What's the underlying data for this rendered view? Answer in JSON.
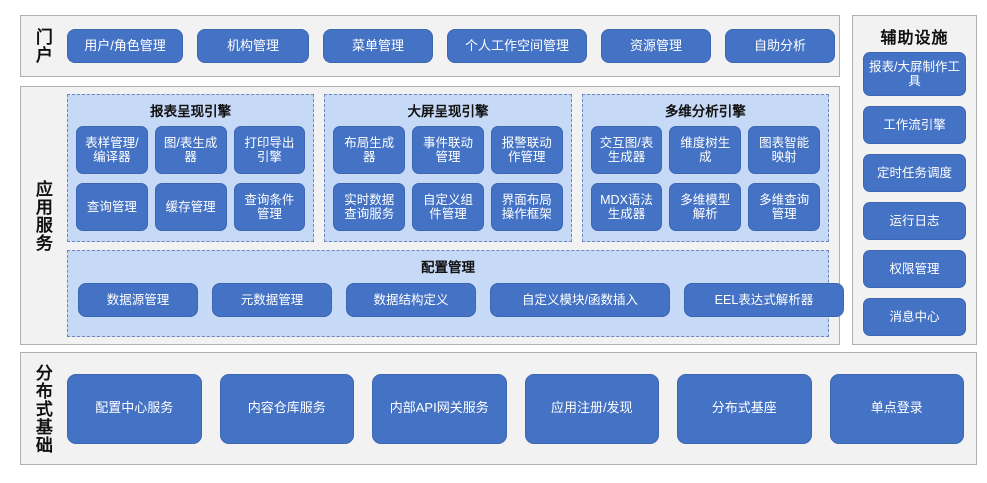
{
  "portal": {
    "label": "门户",
    "items": [
      {
        "label": "用户/角色管理",
        "width": 116
      },
      {
        "label": "机构管理",
        "width": 112
      },
      {
        "label": "菜单管理",
        "width": 110
      },
      {
        "label": "个人工作空间管理",
        "width": 140
      },
      {
        "label": "资源管理",
        "width": 110
      },
      {
        "label": "自助分析",
        "width": 110
      }
    ]
  },
  "aux": {
    "title": "辅助设施",
    "items": [
      {
        "label": "报表/大屏制作工具",
        "tall": true
      },
      {
        "label": "工作流引擎",
        "tall": false
      },
      {
        "label": "定时任务调度",
        "tall": false
      },
      {
        "label": "运行日志",
        "tall": false
      },
      {
        "label": "权限管理",
        "tall": false
      },
      {
        "label": "消息中心",
        "tall": false
      }
    ]
  },
  "app": {
    "label": "应用服务",
    "engines": [
      {
        "title": "报表呈现引擎",
        "items": [
          "表样管理/编译器",
          "图/表生成器",
          "打印导出引擎",
          "查询管理",
          "缓存管理",
          "查询条件管理"
        ]
      },
      {
        "title": "大屏呈现引擎",
        "items": [
          "布局生成器",
          "事件联动管理",
          "报警联动作管理",
          "实时数据查询服务",
          "自定义组件管理",
          "界面布局操作框架"
        ]
      },
      {
        "title": "多维分析引擎",
        "items": [
          "交互图/表生成器",
          "维度树生成",
          "图表智能映射",
          "MDX语法生成器",
          "多维模型解析",
          "多维查询管理"
        ]
      }
    ],
    "config": {
      "title": "配置管理",
      "items": [
        {
          "label": "数据源管理",
          "width": 120
        },
        {
          "label": "元数据管理",
          "width": 120
        },
        {
          "label": "数据结构定义",
          "width": 130
        },
        {
          "label": "自定义模块/函数插入",
          "width": 180
        },
        {
          "label": "EEL表达式解析器",
          "width": 160
        }
      ]
    }
  },
  "base": {
    "label": "分布式基础",
    "items": [
      "配置中心服务",
      "内容仓库服务",
      "内部API网关服务",
      "应用注册/发现",
      "分布式基座",
      "单点登录"
    ]
  },
  "colors": {
    "button_blue": "#4472c4",
    "panel_light_blue": "#c6daf7",
    "panel_gray": "#f2f2f2",
    "panel_border": "#b0b0b0",
    "dashed_border": "#6f87b8"
  }
}
